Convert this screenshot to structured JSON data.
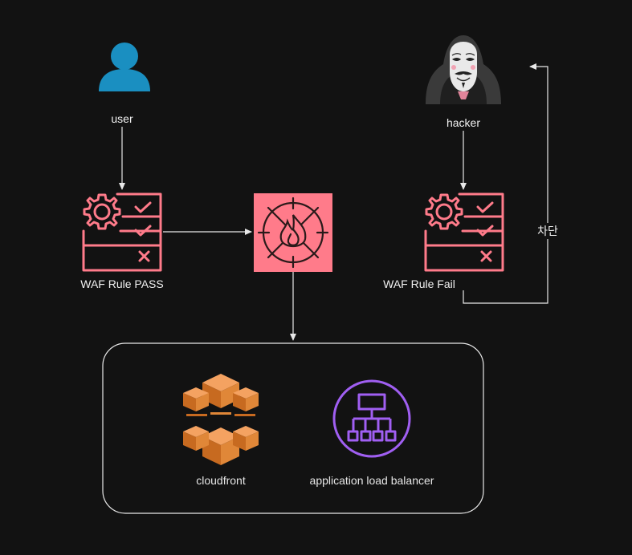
{
  "nodes": {
    "user": {
      "label": "user",
      "icon": "user-icon"
    },
    "hacker": {
      "label": "hacker",
      "icon": "hacker-icon"
    },
    "waf_pass": {
      "label": "WAF Rule PASS",
      "icon": "rules-checklist-icon"
    },
    "waf_fail": {
      "label": "WAF Rule Fail",
      "icon": "rules-checklist-icon"
    },
    "firewall": {
      "label": "",
      "icon": "firewall-icon"
    },
    "cloudfront": {
      "label": "cloudfront",
      "icon": "cloudfront-icon"
    },
    "alb": {
      "label": "application load balancer",
      "icon": "load-balancer-icon"
    }
  },
  "edges": {
    "block_label": "차단"
  },
  "colors": {
    "background": "#121212",
    "waf_pink": "#ff7b8a",
    "user_blue": "#1a8fc1",
    "cloudfront_orange": "#d8742b",
    "alb_purple": "#a05ff2",
    "line": "#e8e8e8"
  }
}
